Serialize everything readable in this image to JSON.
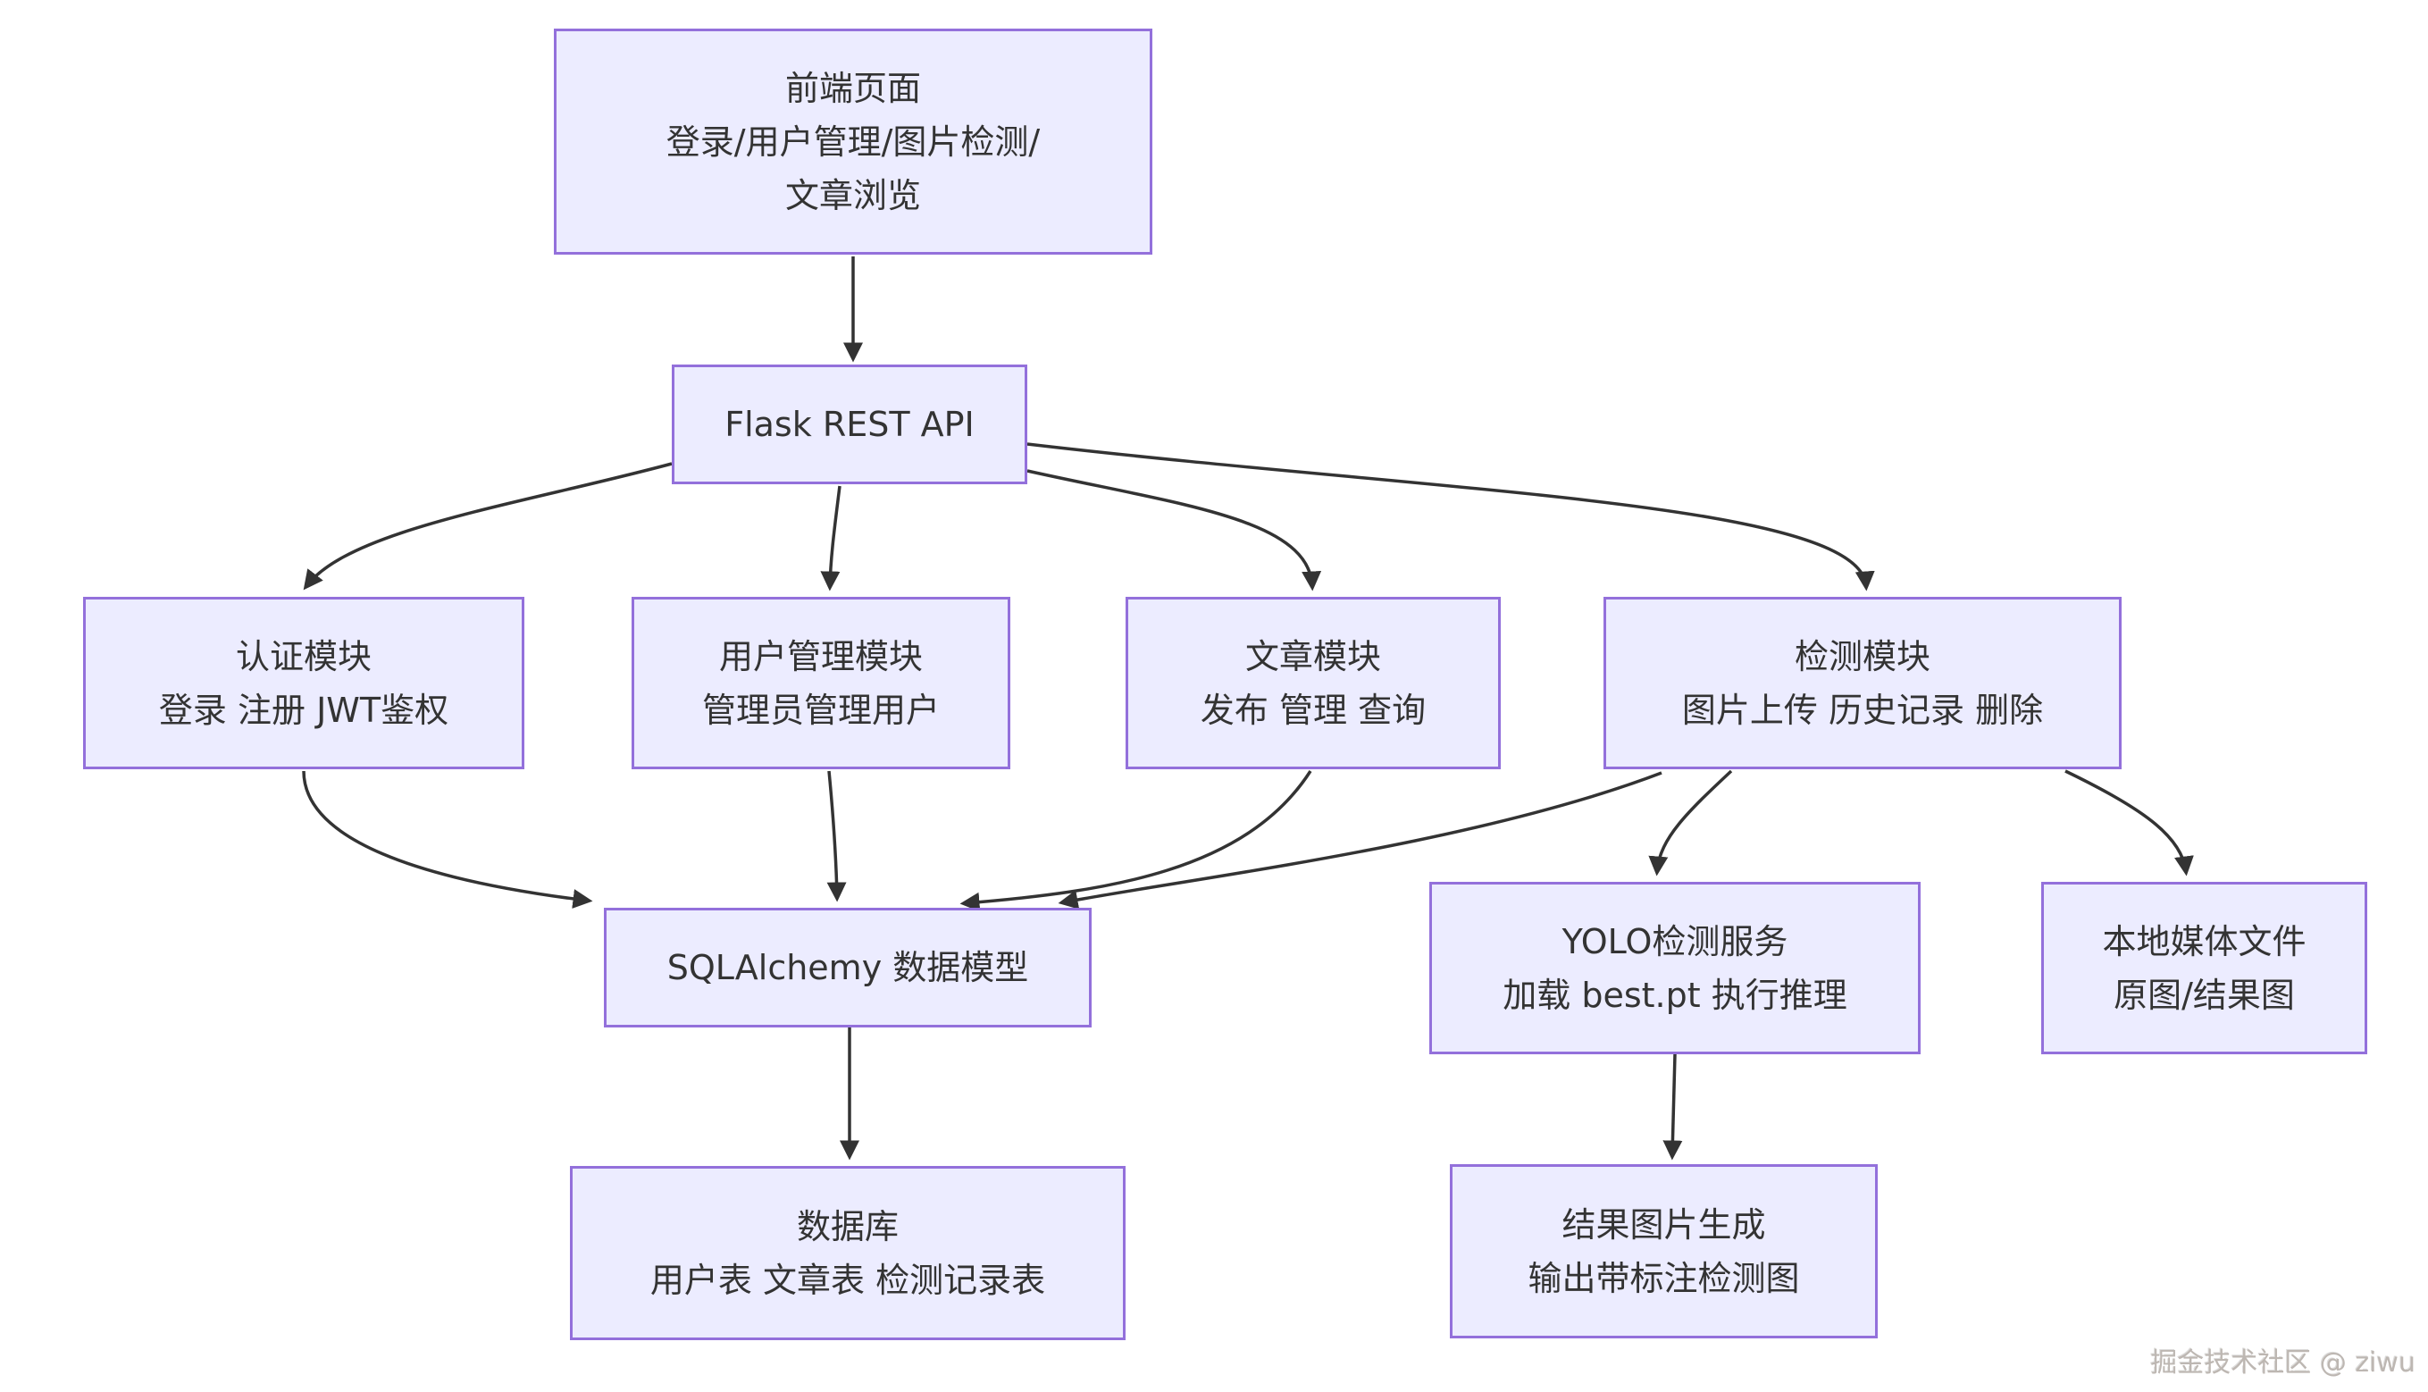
{
  "diagram": {
    "type": "flowchart",
    "colors": {
      "node_fill": "#ECECFF",
      "node_border": "#9370DB",
      "edge": "#333333",
      "text": "#333333",
      "background": "#FFFFFF",
      "watermark_text": "#BDB7B2"
    },
    "nodes": [
      {
        "id": "frontend-page",
        "lines": [
          "前端页面",
          "登录/用户管理/图片检测/",
          "文章浏览"
        ]
      },
      {
        "id": "flask-rest-api",
        "lines": [
          "Flask REST API"
        ]
      },
      {
        "id": "auth-module",
        "lines": [
          "认证模块",
          "登录 注册 JWT鉴权"
        ]
      },
      {
        "id": "user-management-module",
        "lines": [
          "用户管理模块",
          "管理员管理用户"
        ]
      },
      {
        "id": "article-module",
        "lines": [
          "文章模块",
          "发布 管理 查询"
        ]
      },
      {
        "id": "detection-module",
        "lines": [
          "检测模块",
          "图片上传 历史记录 删除"
        ]
      },
      {
        "id": "sqlalchemy-data-model",
        "lines": [
          "SQLAlchemy 数据模型"
        ]
      },
      {
        "id": "yolo-detection-service",
        "lines": [
          "YOLO检测服务",
          "加载 best.pt 执行推理"
        ]
      },
      {
        "id": "local-media-files",
        "lines": [
          "本地媒体文件",
          "原图/结果图"
        ]
      },
      {
        "id": "database",
        "lines": [
          "数据库",
          "用户表 文章表 检测记录表"
        ]
      },
      {
        "id": "result-image-generation",
        "lines": [
          "结果图片生成",
          "输出带标注检测图"
        ]
      }
    ],
    "edges": [
      {
        "from": "frontend-page",
        "to": "flask-rest-api"
      },
      {
        "from": "flask-rest-api",
        "to": "auth-module"
      },
      {
        "from": "flask-rest-api",
        "to": "user-management-module"
      },
      {
        "from": "flask-rest-api",
        "to": "article-module"
      },
      {
        "from": "flask-rest-api",
        "to": "detection-module"
      },
      {
        "from": "auth-module",
        "to": "sqlalchemy-data-model"
      },
      {
        "from": "user-management-module",
        "to": "sqlalchemy-data-model"
      },
      {
        "from": "article-module",
        "to": "sqlalchemy-data-model"
      },
      {
        "from": "detection-module",
        "to": "sqlalchemy-data-model"
      },
      {
        "from": "detection-module",
        "to": "yolo-detection-service"
      },
      {
        "from": "detection-module",
        "to": "local-media-files"
      },
      {
        "from": "sqlalchemy-data-model",
        "to": "database"
      },
      {
        "from": "yolo-detection-service",
        "to": "result-image-generation"
      }
    ],
    "watermark": "掘金技术社区 @ ziwu"
  }
}
